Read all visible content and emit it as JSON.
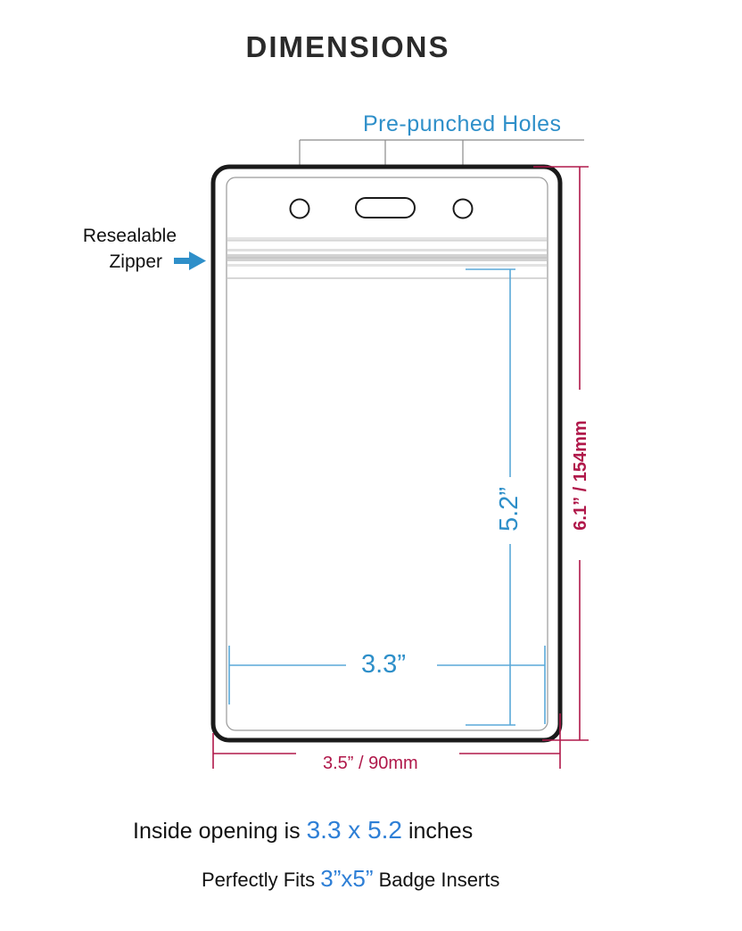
{
  "title": "DIMENSIONS",
  "labels": {
    "holes": "Pre-punched Holes",
    "zipper_line1": "Resealable",
    "zipper_line2": "Zipper"
  },
  "dimensions": {
    "inner_width": "3.3”",
    "inner_height": "5.2”",
    "outer_width": "3.5” / 90mm",
    "outer_height": "6.1” / 154mm"
  },
  "captions": {
    "line1_prefix": "Inside opening is ",
    "line1_highlight": "3.3 x 5.2",
    "line1_suffix": " inches",
    "line2_prefix": "Perfectly Fits ",
    "line2_highlight": "3”x5”",
    "line2_suffix": " Badge Inserts"
  },
  "colors": {
    "accent_blue": "#2e8fc9",
    "dimension_red": "#b0184a",
    "outline": "#1a1a1a",
    "zipper_stripe": "#d8d8d8"
  }
}
